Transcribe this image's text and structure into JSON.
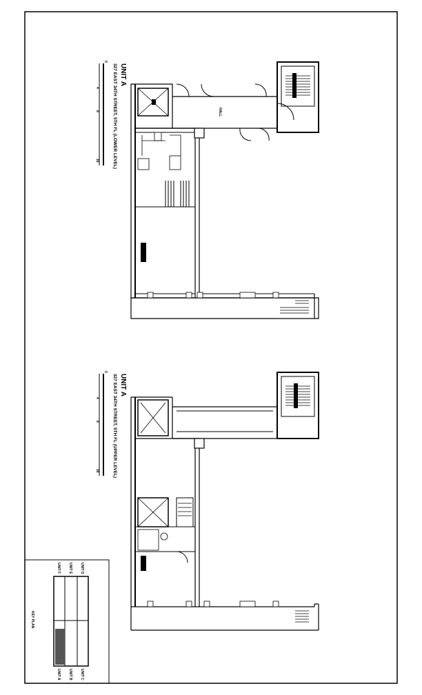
{
  "upper_plan": {
    "title": "UNIT A",
    "subtitle": "327 EAST 34TH STREET, 5TH FL (LOWER LEVEL)",
    "scale_labels": [
      "0",
      "4",
      "8",
      "16"
    ],
    "room_label": "HALL"
  },
  "lower_plan": {
    "title": "UNIT A",
    "subtitle": "327 EAST 34TH STREET, 5TH FL (UPPER LEVEL)",
    "scale_labels": [
      "0",
      "4",
      "8",
      "16"
    ]
  },
  "key_plan": {
    "title": "KEY PLAN",
    "unit_labels": [
      "UNIT A",
      "UNIT B",
      "UNIT C",
      "UNIT D",
      "UNIT E",
      "UNIT F"
    ]
  }
}
